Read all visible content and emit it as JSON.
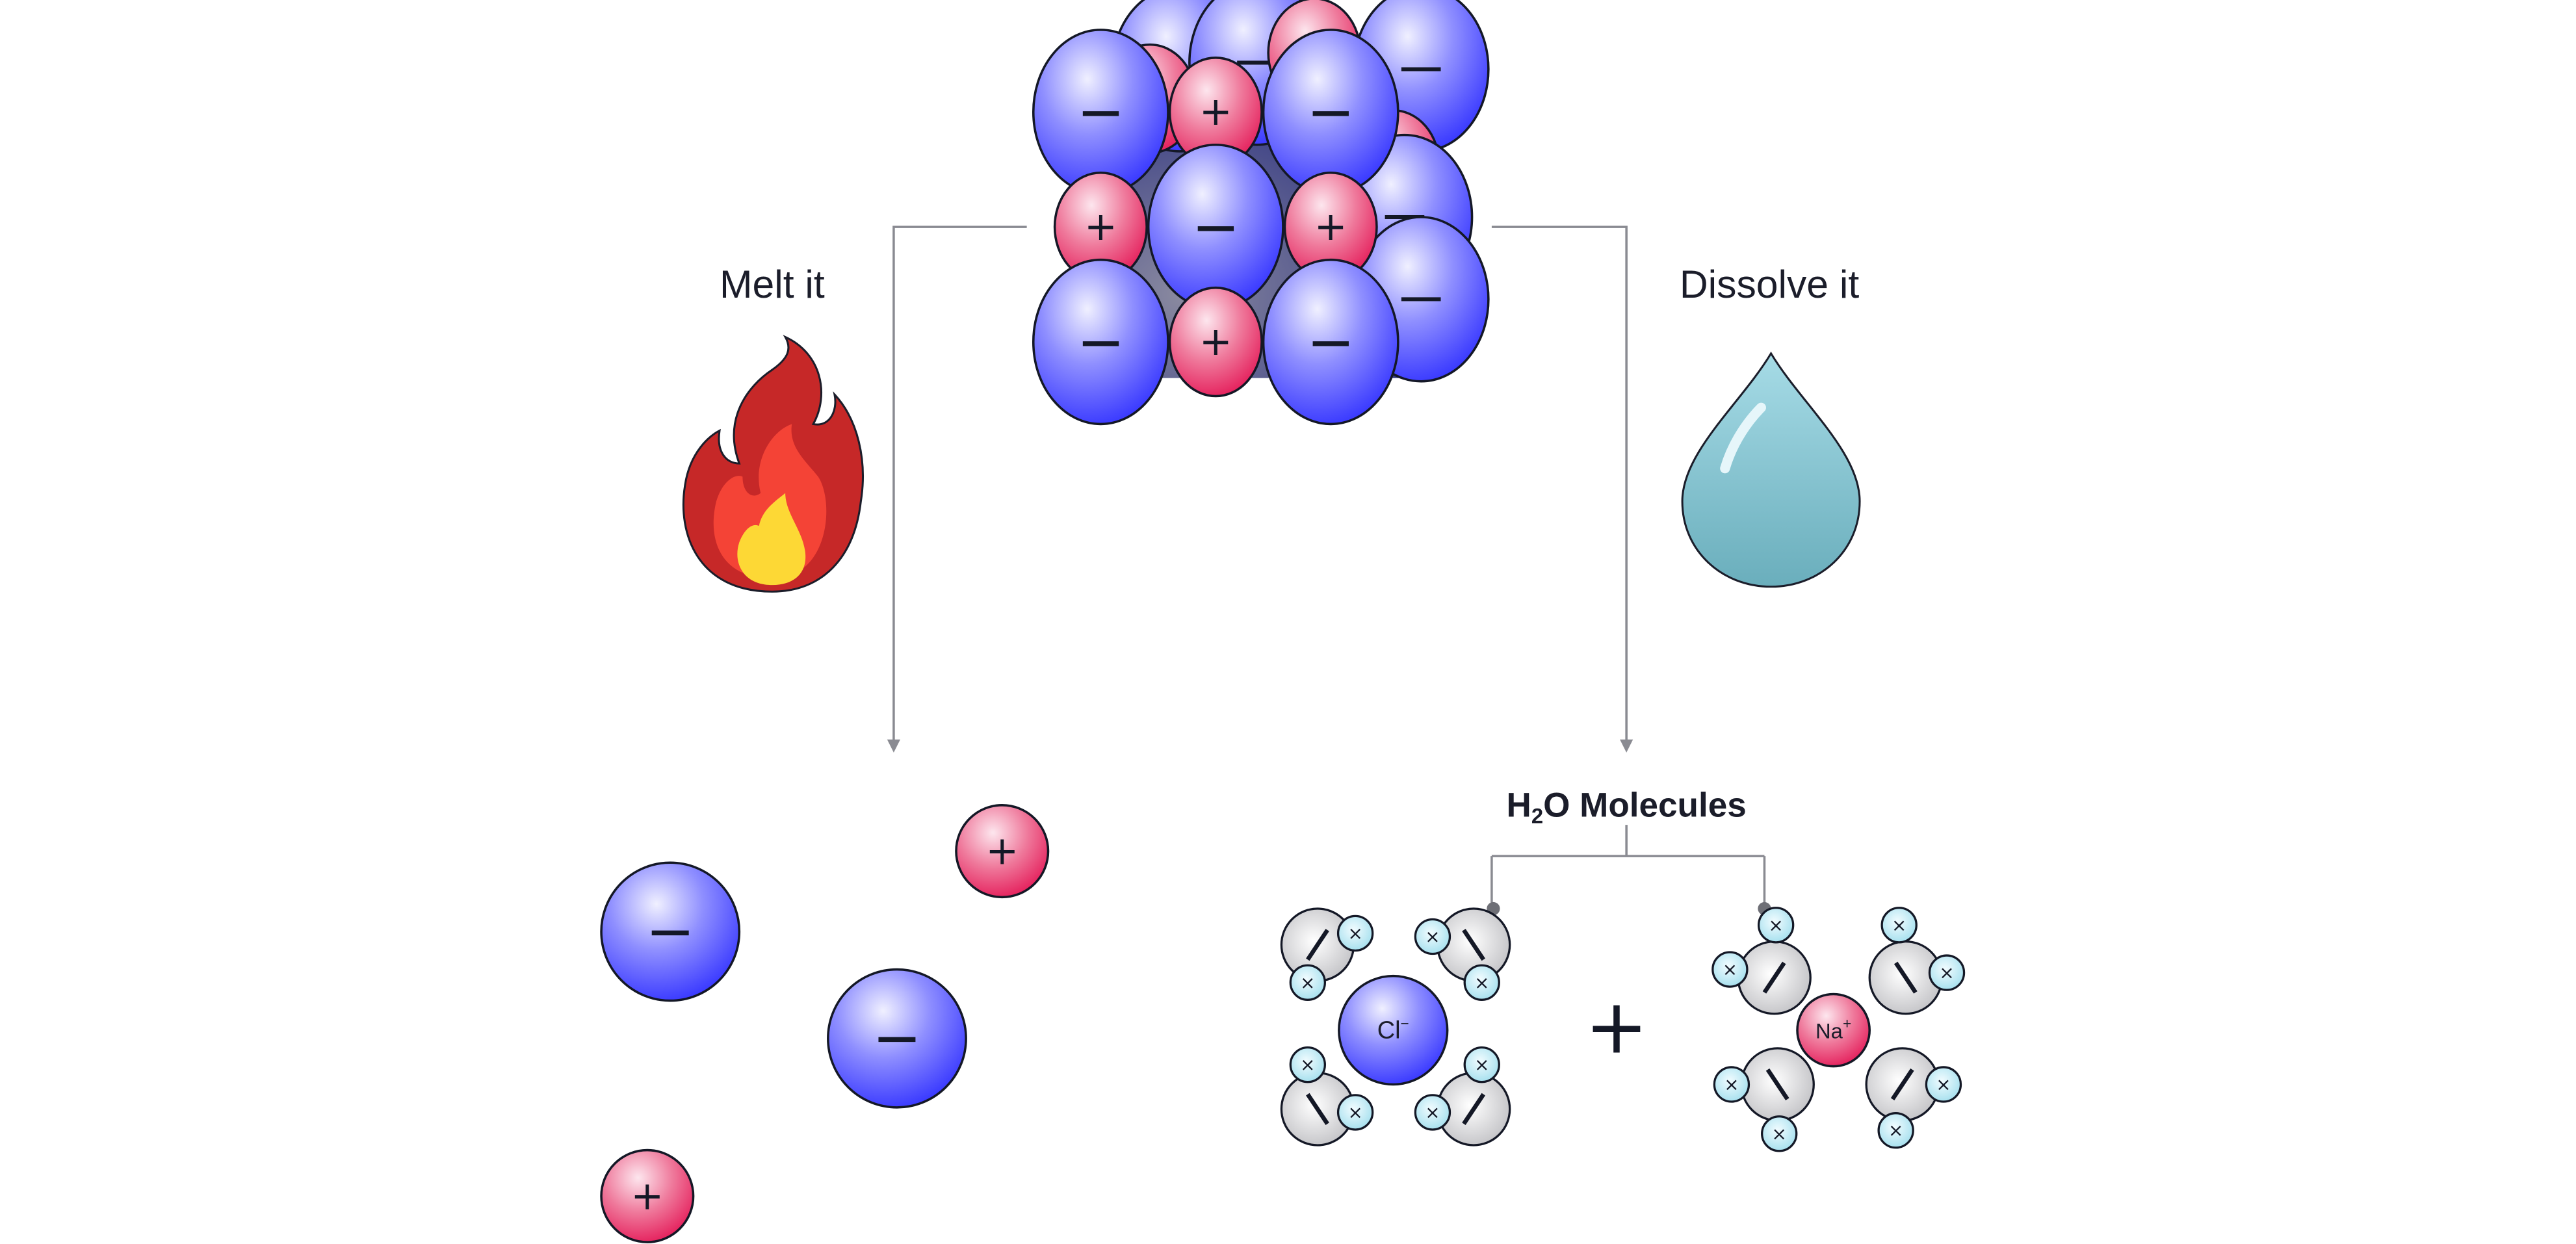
{
  "labels": {
    "melt": "Melt it",
    "dissolve": "Dissolve it",
    "h2o_h": "H",
    "h2o_sub": "2",
    "h2o_rest": "O Molecules",
    "plus_between": "+"
  },
  "ions": {
    "chloride": {
      "symbol": "Cl",
      "charge": "−"
    },
    "sodium": {
      "symbol": "Na",
      "charge": "+"
    }
  },
  "signs": {
    "plus": "+",
    "minus": "−",
    "hydrogen": "×"
  },
  "icons": [
    "fire-icon",
    "water-drop-icon"
  ],
  "colors": {
    "anion": "#3b3bff",
    "cation": "#e8245f",
    "water_oxygen": "#c9c9cc",
    "water_hydrogen": "#b6e6f2",
    "connector": "#8a8b92",
    "drop": "#7dbfcc"
  }
}
